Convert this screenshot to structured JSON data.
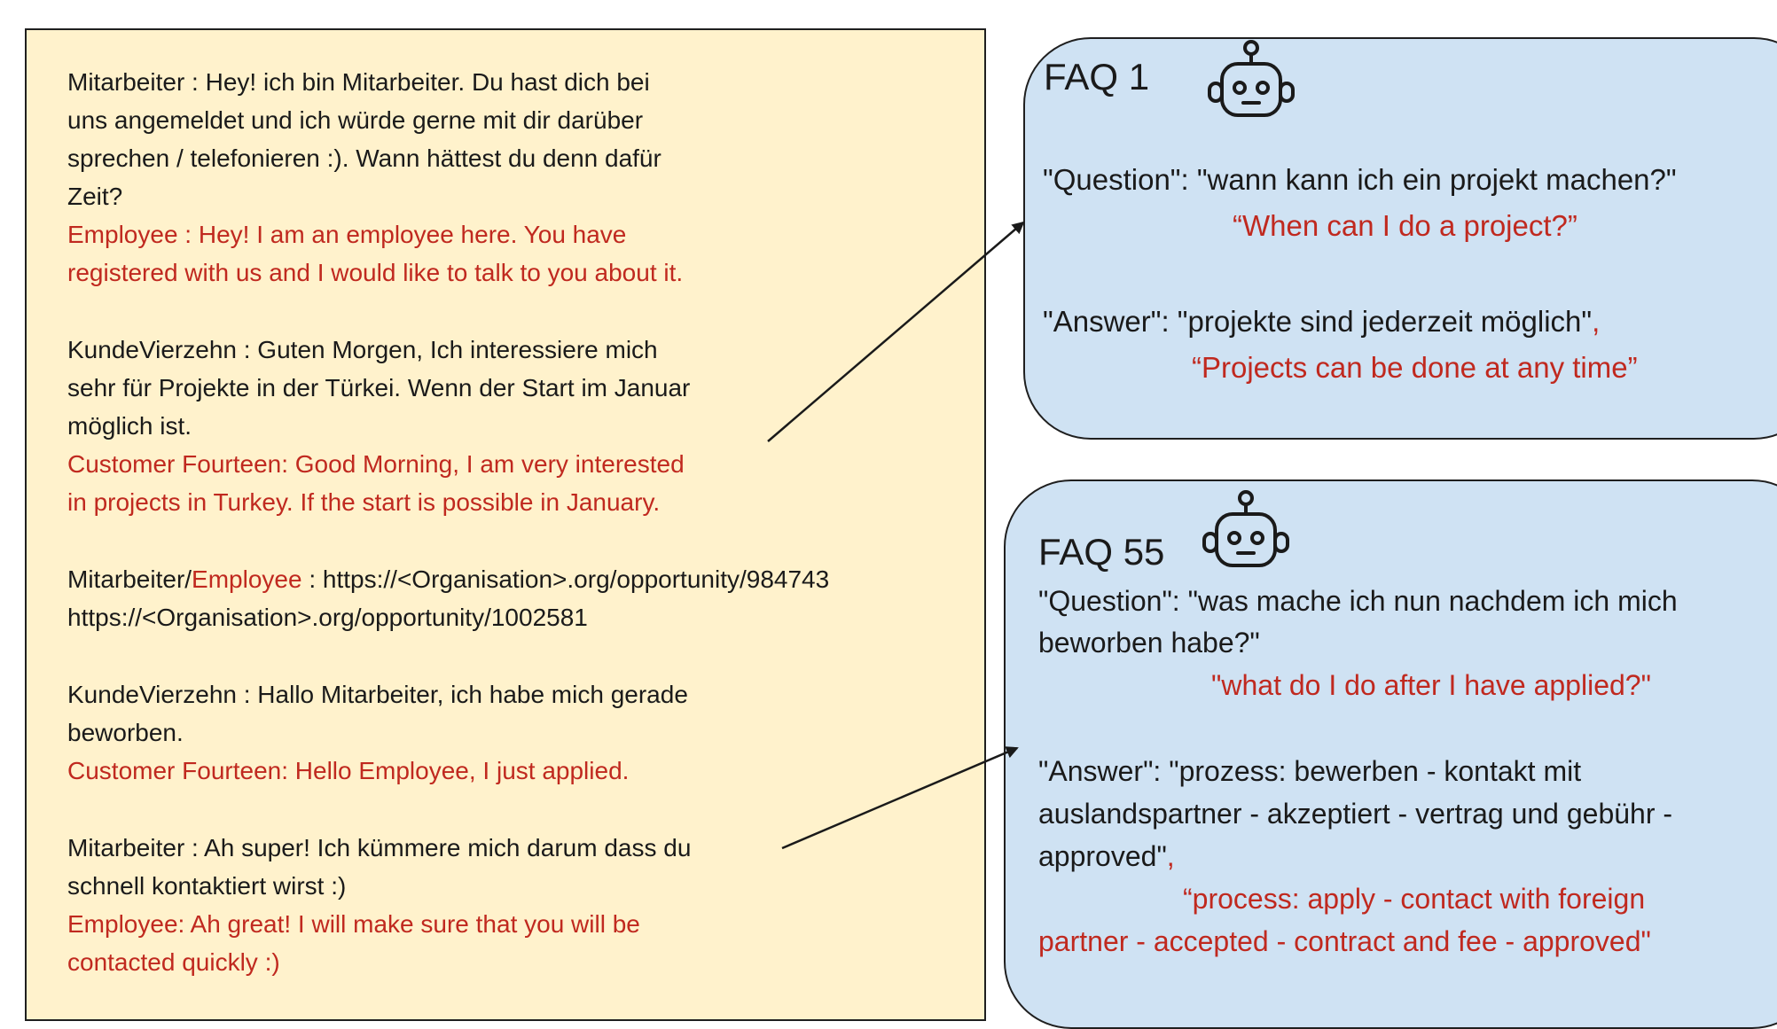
{
  "chat": {
    "lines": [
      {
        "text": "Mitarbeiter : Hey! ich bin Mitarbeiter. Du hast dich bei",
        "lang": "de"
      },
      {
        "text": "uns angemeldet und ich würde gerne mit dir darüber",
        "lang": "de"
      },
      {
        "text": "sprechen / telefonieren :). Wann hättest du denn dafür",
        "lang": "de"
      },
      {
        "text": "Zeit?",
        "lang": "de"
      },
      {
        "text": "Employee : Hey! I am an employee here. You have",
        "lang": "en"
      },
      {
        "text": "registered with us and I would like to talk to you about it.",
        "lang": "en"
      },
      {
        "text": "KundeVierzehn : Guten Morgen, Ich interessiere mich",
        "lang": "de"
      },
      {
        "text": "sehr für Projekte in der Türkei. Wenn der Start im Januar",
        "lang": "de"
      },
      {
        "text": "möglich ist.",
        "lang": "de"
      },
      {
        "text": "Customer Fourteen: Good Morning, I am very interested",
        "lang": "en"
      },
      {
        "text": "in projects in Turkey. If the start is possible in January.",
        "lang": "en"
      },
      {
        "text_de": "Mitarbeiter/",
        "text_en": "Employee",
        "text_rest": " : https://<Organisation>.org/opportunity/984743",
        "lang": "mixed"
      },
      {
        "text": "https://<Organisation>.org/opportunity/1002581",
        "lang": "de"
      },
      {
        "text": "KundeVierzehn : Hallo Mitarbeiter, ich habe mich gerade",
        "lang": "de"
      },
      {
        "text": "beworben.",
        "lang": "de"
      },
      {
        "text": "Customer Fourteen: Hello Employee, I just applied.",
        "lang": "en"
      },
      {
        "text": "Mitarbeiter : Ah super! Ich kümmere mich darum dass du",
        "lang": "de"
      },
      {
        "text": "schnell kontaktiert wirst :)",
        "lang": "de"
      },
      {
        "text": "Employee: Ah great! I will make sure that you will be",
        "lang": "en"
      },
      {
        "text": "contacted quickly :)",
        "lang": "en"
      }
    ]
  },
  "faq1": {
    "title": "FAQ 1",
    "question": "\"Question\": \"wann kann ich ein projekt machen?\"",
    "question_en": "“When can I do a project?”",
    "answer": "\"Answer\": \"projekte sind jederzeit möglich\"",
    "answer_comma": ",",
    "answer_en": "“Projects can be done at any time”"
  },
  "faq55": {
    "title": "FAQ 55",
    "question_1": "\"Question\": \"was mache ich nun nachdem ich  mich",
    "question_2": "beworben habe?\"",
    "question_en": "\"what do I do after I have applied?\"",
    "answer_1": "\"Answer\": \"prozess: bewerben - kontakt mit",
    "answer_2": "auslandspartner - akzeptiert - vertrag und gebühr -",
    "answer_3": "approved\"",
    "answer_3_comma": ",",
    "answer_en_1": "“process: apply - contact with foreign",
    "answer_en_2": "partner - accepted - contract and fee - approved\""
  },
  "colors": {
    "chat_background": "#fff2cc",
    "faq_background": "#cfe2f3",
    "translation_text": "#c0291f",
    "original_text": "#1a1a1a"
  },
  "icons": [
    "robot-icon",
    "robot-icon"
  ]
}
